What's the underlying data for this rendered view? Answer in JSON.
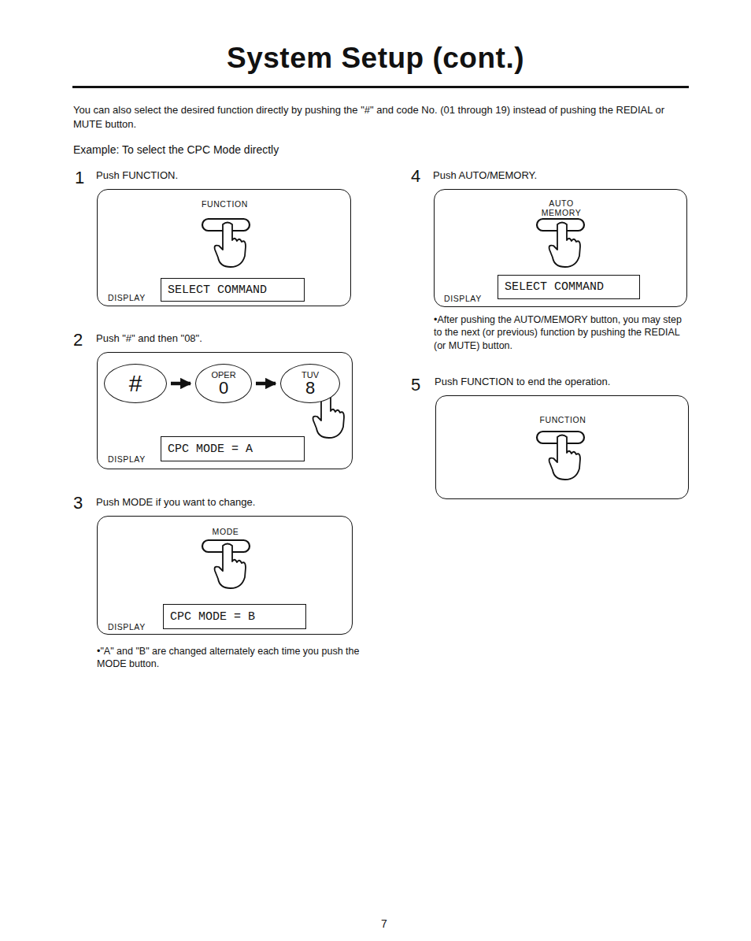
{
  "diagram": {
    "title": "System Setup (cont.)",
    "nodes": [
      {
        "text": [
          "Push FUNCTION.",
          "FUNCTION",
          "DISPLAY"
        ]
      },
      {
        "text": [
          "SELECT COMMAND"
        ],
        "in": 0
      },
      {
        "text": [
          "Push \"#\" and then \"08\".",
          "DISPLAY"
        ]
      },
      {
        "text": [
          "#"
        ],
        "in": 2
      },
      {
        "text": [
          "OPER",
          "0"
        ],
        "in": 2
      },
      {
        "text": [
          "TUV",
          "8"
        ],
        "in": 2
      },
      {
        "text": [
          "CPC MODE = A"
        ],
        "in": 2
      },
      {
        "text": [
          "Push MODE if you want to change.",
          "MODE",
          "DISPLAY"
        ]
      },
      {
        "text": [
          "CPC MODE = B"
        ],
        "in": 7
      },
      {
        "text": [
          "Push AUTO/MEMORY.",
          "AUTO MEMORY",
          "DISPLAY"
        ]
      },
      {
        "text": [
          "SELECT COMMAND"
        ],
        "in": 9
      },
      {
        "text": [
          "Push FUNCTION to end the operation.",
          "FUNCTION"
        ]
      }
    ],
    "edges": [
      {
        "from": 3,
        "to": 4,
        "arrow": "to"
      },
      {
        "from": 4,
        "to": 5,
        "arrow": "to"
      }
    ],
    "labels": [
      "You can also select the desired function directly by pushing the \"#\" and code No. (01 through 19) instead of pushing the REDIAL or MUTE button.",
      "Example: To select the CPC Mode directly",
      "1",
      "2",
      "3",
      "4",
      "5",
      "•\"A\" and \"B\" are changed alternately each time you push the MODE button.",
      "•After pushing the AUTO/MEMORY button, you may step to the next (or previous) function by pushing the REDIAL (or MUTE) button.",
      "7"
    ]
  }
}
